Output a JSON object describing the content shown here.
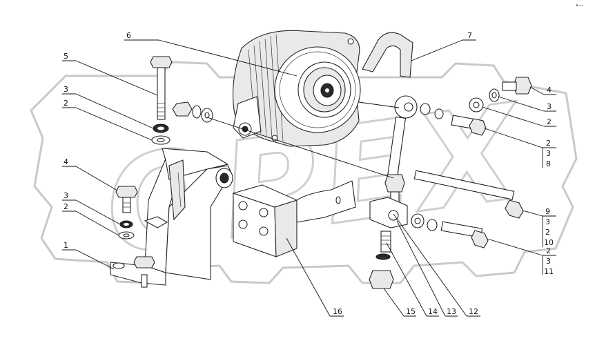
{
  "corner_mark": "•—",
  "watermark_text": "OPEX",
  "callouts": {
    "c1": "1",
    "c2a": "2",
    "c2b": "2",
    "c2c": "2",
    "c2d": "2",
    "c2e": "2",
    "c2f": "2",
    "c3a": "3",
    "c3b": "3",
    "c3c": "3",
    "c3d": "3",
    "c3e": "3",
    "c3f": "3",
    "c4a": "4",
    "c4b": "4",
    "c5": "5",
    "c6": "6",
    "c7": "7",
    "c8": "8",
    "c9": "9",
    "c10": "10",
    "c11": "11",
    "c12": "12",
    "c13": "13",
    "c14": "14",
    "c15": "15",
    "c16": "16"
  }
}
